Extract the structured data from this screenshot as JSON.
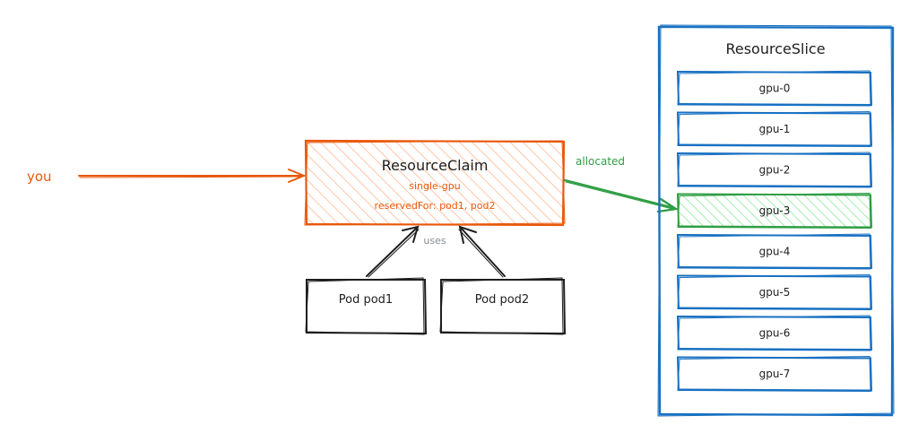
{
  "colors": {
    "orange": "#e8590c",
    "green": "#2f9e44",
    "green_fill": "#b2f2bb",
    "blue": "#1971c2",
    "dark": "#1e1e1e",
    "gray": "#868e96",
    "orange_fill": "#ffc9a6"
  },
  "actor": {
    "label": "you"
  },
  "claim": {
    "title": "ResourceClaim",
    "name": "single-gpu",
    "reserved": "reservedFor: pod1, pod2"
  },
  "edges": {
    "allocated": "allocated",
    "uses": "uses"
  },
  "pods": [
    {
      "label": "Pod pod1"
    },
    {
      "label": "Pod pod2"
    }
  ],
  "slice": {
    "title": "ResourceSlice",
    "devices": [
      {
        "label": "gpu-0",
        "allocated": false
      },
      {
        "label": "gpu-1",
        "allocated": false
      },
      {
        "label": "gpu-2",
        "allocated": false
      },
      {
        "label": "gpu-3",
        "allocated": true
      },
      {
        "label": "gpu-4",
        "allocated": false
      },
      {
        "label": "gpu-5",
        "allocated": false
      },
      {
        "label": "gpu-6",
        "allocated": false
      },
      {
        "label": "gpu-7",
        "allocated": false
      }
    ]
  }
}
